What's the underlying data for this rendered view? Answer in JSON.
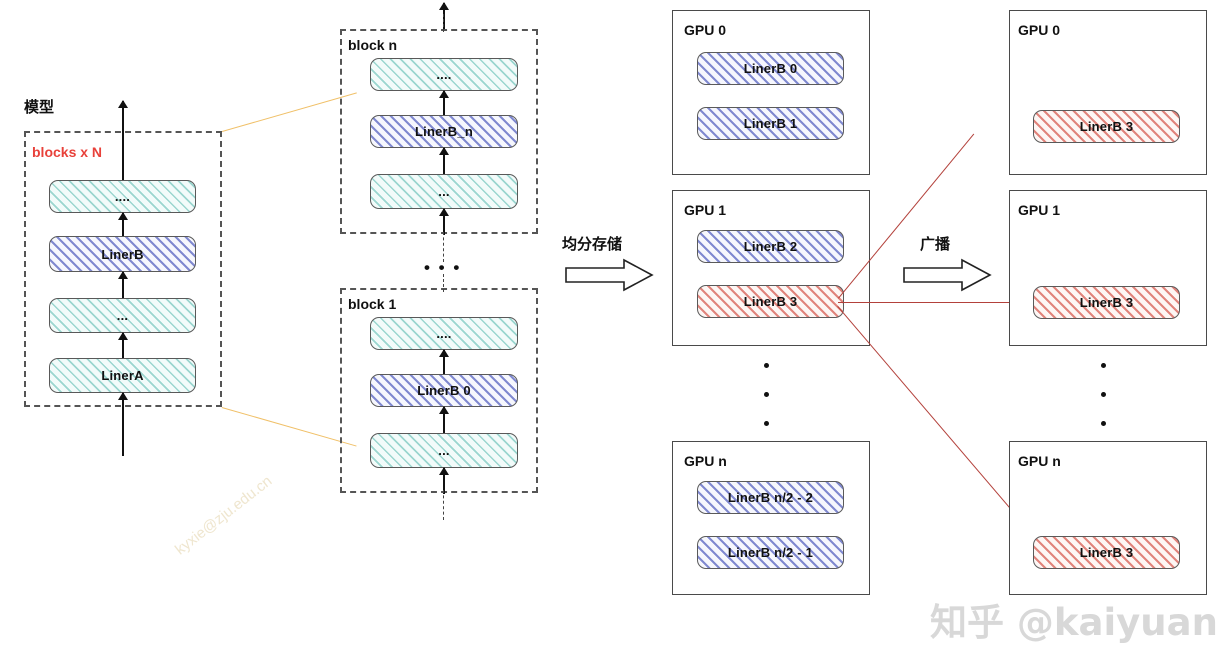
{
  "title": "Tensor/Parameter sharding and broadcast diagram",
  "model_panel": {
    "title": "模型",
    "badge": "blocks x N",
    "badge_color": "#e8413a",
    "layers": [
      {
        "label": "....",
        "style": "teal"
      },
      {
        "label": "LinerB",
        "style": "blue"
      },
      {
        "label": "...",
        "style": "teal"
      },
      {
        "label": "LinerA",
        "style": "teal"
      }
    ]
  },
  "blocks_panel": {
    "block_n": {
      "title": "block n",
      "layers": [
        {
          "label": "....",
          "style": "teal"
        },
        {
          "label": "LinerB_n",
          "style": "blue"
        },
        {
          "label": "...",
          "style": "teal"
        }
      ]
    },
    "between_ellipsis": "• • •",
    "block_1": {
      "title": "block 1",
      "layers": [
        {
          "label": "....",
          "style": "teal"
        },
        {
          "label": "LinerB 0",
          "style": "blue"
        },
        {
          "label": "...",
          "style": "teal"
        }
      ]
    }
  },
  "transitions": {
    "shard_label": "均分存储",
    "broadcast_label": "广播"
  },
  "shard_column": {
    "gpus": [
      {
        "title": "GPU 0",
        "items": [
          {
            "label": "LinerB 0",
            "style": "blue"
          },
          {
            "label": "LinerB 1",
            "style": "blue"
          }
        ]
      },
      {
        "title": "GPU 1",
        "items": [
          {
            "label": "LinerB 2",
            "style": "blue"
          },
          {
            "label": "LinerB 3",
            "style": "red"
          }
        ]
      },
      {
        "title": "GPU n",
        "items": [
          {
            "label": "LinerB n/2 - 2",
            "style": "blue"
          },
          {
            "label": "LinerB n/2 - 1",
            "style": "blue"
          }
        ]
      }
    ]
  },
  "broadcast_column": {
    "gpus": [
      {
        "title": "GPU 0",
        "items": [
          {
            "label": "LinerB 3",
            "style": "red"
          }
        ]
      },
      {
        "title": "GPU 1",
        "items": [
          {
            "label": "LinerB 3",
            "style": "red"
          }
        ]
      },
      {
        "title": "GPU n",
        "items": [
          {
            "label": "LinerB 3",
            "style": "red"
          }
        ]
      }
    ]
  },
  "watermarks": {
    "zhihu": "知乎 @kaiyuan",
    "diagonal": "kyxie@zju.edu.cn"
  },
  "colors": {
    "teal": "#96d4cd",
    "blue": "#7a83cd",
    "red": "#df7e76",
    "accent_red": "#b3413b",
    "connector": "#f0c068"
  }
}
